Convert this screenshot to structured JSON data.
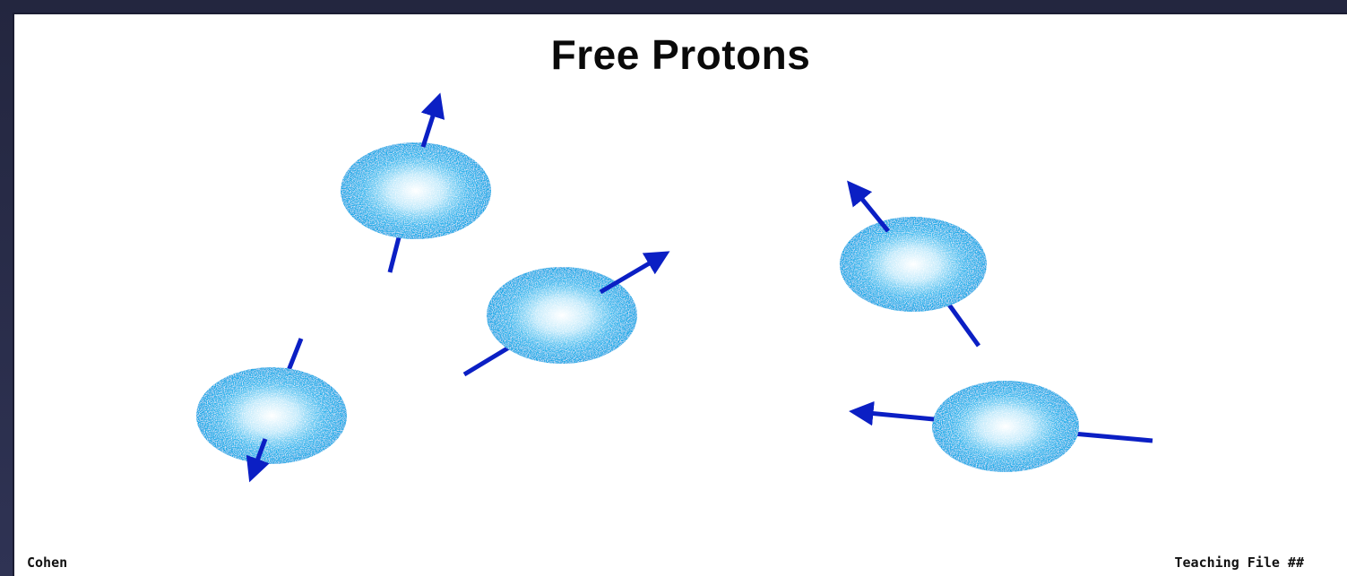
{
  "slide": {
    "title": "Free Protons",
    "footer_left": "Cohen",
    "footer_right": "Teaching File ##"
  },
  "colors": {
    "proton_fill": "#1fb0ea",
    "proton_speckle": "#ffffff",
    "spin_arrow": "#0b1fc4",
    "background": "#ffffff",
    "frame": "#2a2d4a"
  },
  "diagram": {
    "proton_count": 5,
    "protons": [
      {
        "label": "proton-top-left",
        "spin": "up, slightly tilted right"
      },
      {
        "label": "proton-center",
        "spin": "up-right"
      },
      {
        "label": "proton-bottom-left",
        "spin": "down, slightly tilted left"
      },
      {
        "label": "proton-right-upper",
        "spin": "up-left"
      },
      {
        "label": "proton-right-lower",
        "spin": "left"
      }
    ]
  }
}
